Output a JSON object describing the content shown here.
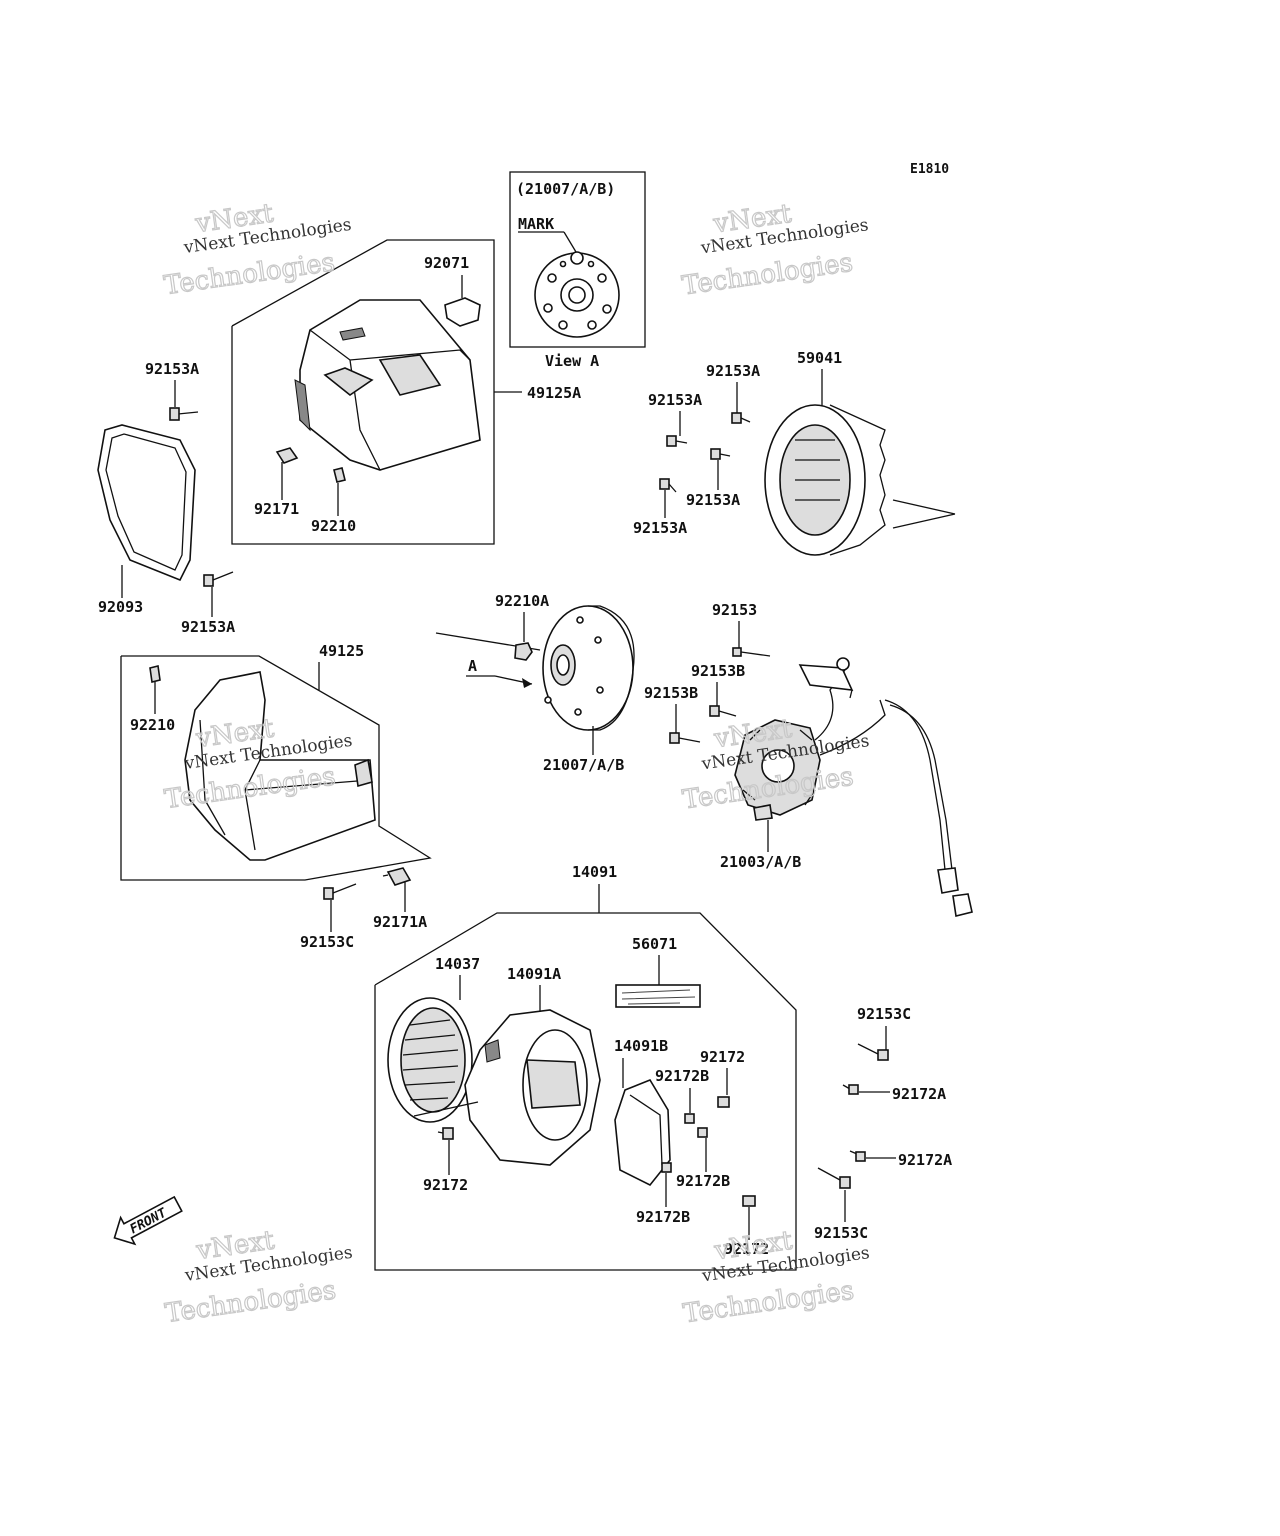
{
  "diagram_code": "E1810",
  "detail_box": {
    "title": "(21007/A/B)",
    "mark_label": "MARK",
    "caption": "View A"
  },
  "view_pointer": "A",
  "front_label": "FRONT",
  "parts": {
    "p92071": "92071",
    "p49125A": "49125A",
    "p92153A_left_top": "92153A",
    "p92171": "92171",
    "p92210_top": "92210",
    "p92093": "92093",
    "p92153A_left_bottom": "92153A",
    "p92153A_r1": "92153A",
    "p92153A_r2": "92153A",
    "p92153A_r3": "92153A",
    "p92153A_r4": "92153A",
    "p59041": "59041",
    "p49125": "49125",
    "p92210_bottom": "92210",
    "p92210A": "92210A",
    "p21007": "21007/A/B",
    "p92153": "92153",
    "p92153B_1": "92153B",
    "p92153B_2": "92153B",
    "p21003": "21003/A/B",
    "p92153C_left": "92153C",
    "p92171A": "92171A",
    "p14091": "14091",
    "p56071": "56071",
    "p14037": "14037",
    "p14091A": "14091A",
    "p14091B": "14091B",
    "p92172_a": "92172",
    "p92172B_a": "92172B",
    "p92172_b": "92172",
    "p92172B_b": "92172B",
    "p92172B_c": "92172B",
    "p92172_c": "92172",
    "p92153C_r1": "92153C",
    "p92172A_1": "92172A",
    "p92172A_2": "92172A",
    "p92153C_r2": "92153C"
  },
  "watermark": {
    "line1": "vNext Technologies",
    "line2": "Technologies",
    "line3": "vNext"
  },
  "icons": [
    "front-arrow-icon",
    "bolt-icon",
    "flywheel-icon",
    "stator-icon",
    "fan-icon",
    "shroud-icon",
    "grille-icon",
    "label-plate-icon"
  ]
}
